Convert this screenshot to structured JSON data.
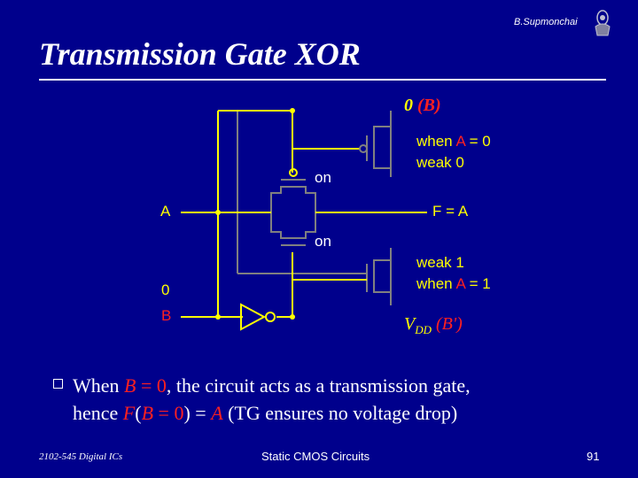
{
  "header": {
    "author": "B.Supmonchai",
    "title": "Transmission Gate XOR"
  },
  "diagram": {
    "top_label": {
      "value": "0",
      "paren": "(B)"
    },
    "on_top": "on",
    "on_bottom": "on",
    "input_a": "A",
    "output": "F = A",
    "input_0": "0",
    "input_b": "B",
    "note_top": {
      "when": "when ",
      "var": "A",
      "rest": " = 0",
      "line2": "weak 0"
    },
    "note_bottom": {
      "line1": "weak 1",
      "when": "when ",
      "var": "A",
      "rest": " = 1"
    },
    "vdd": {
      "v": "V",
      "sub": "DD",
      "paren": "(B')"
    }
  },
  "body": {
    "line1": {
      "t1": "When ",
      "var": "B",
      "eq": " = 0",
      "t2": ", the circuit acts as a transmission gate,"
    },
    "line2": {
      "t1": "hence ",
      "f": "F",
      "open": "(",
      "var": "B",
      "eq": " = 0",
      "close": ") = ",
      "a": "A",
      "t2": " (TG ensures no voltage drop)"
    }
  },
  "footer": {
    "course": "2102-545 Digital ICs",
    "topic": "Static CMOS Circuits",
    "page": "91"
  },
  "colors": {
    "background": "#00008c",
    "wire": "#ffff00",
    "device": "#808080",
    "accent": "#ff2020",
    "text": "#ffffff"
  }
}
